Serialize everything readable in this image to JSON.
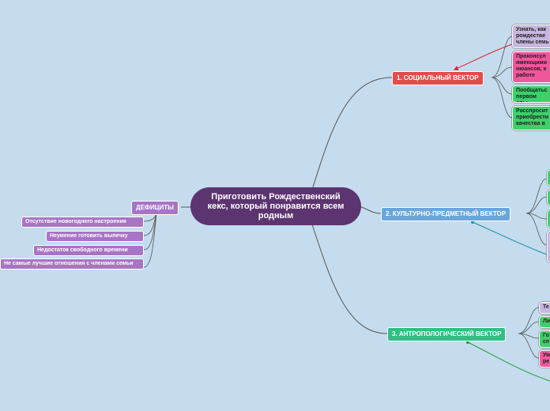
{
  "central_topic": "Приготовить Рождественский кекс, который понравится всем родным",
  "colors": {
    "background": "#c4dcee",
    "central": "#5c3470",
    "social": "#e54b4b",
    "cultural": "#6aa6db",
    "anthropological": "#2ebf83",
    "deficit": "#a874c5",
    "lavender": "#c8b7e0",
    "pink": "#f0589c",
    "green": "#3fcf6b"
  },
  "branches": {
    "social": {
      "label": "1. СОЦИАЛЬНЫЙ ВЕКТОР",
      "children": [
        {
          "text": "Узнать, как рождестве члены семь",
          "color": "#c8b7e0"
        },
        {
          "text": "Проконсул имеющими нюансов, к работе",
          "color": "#f0589c"
        },
        {
          "text": "Пообщатьс первом опы",
          "color": "#3fcf6b"
        },
        {
          "text": "Расспросит приобрести качества в",
          "color": "#3fcf6b"
        }
      ]
    },
    "cultural": {
      "label": "2. КУЛЬТУРНО-ПРЕДМЕТНЫЙ ВЕКТОР",
      "children": [
        {
          "text": "",
          "color": "#3fcf6b"
        },
        {
          "text": "",
          "color": "#3fcf6b"
        },
        {
          "text": "",
          "color": "#3fcf6b"
        },
        {
          "text": "",
          "color": "#3fcf6b"
        },
        {
          "text": "",
          "color": "#c8b7e0"
        }
      ]
    },
    "anthropological": {
      "label": "3. АНТРОПОЛОГИЧЕСКИЙ ВЕКТОР",
      "children": [
        {
          "text": "Те",
          "color": "#c8b7e0"
        },
        {
          "text": "Ли",
          "color": "#3fcf6b"
        },
        {
          "text": "Го сп",
          "color": "#3fcf6b"
        },
        {
          "text": "Ум ре",
          "color": "#f0589c"
        }
      ]
    }
  },
  "deficits": {
    "label": "ДЕФИЦИТЫ",
    "items": [
      "Отсутствие новогоднего настроения",
      "Неумение готовить выпечку",
      "Недостаток свободного времени",
      "Не самые лучшие отношения с членами семьи"
    ]
  }
}
